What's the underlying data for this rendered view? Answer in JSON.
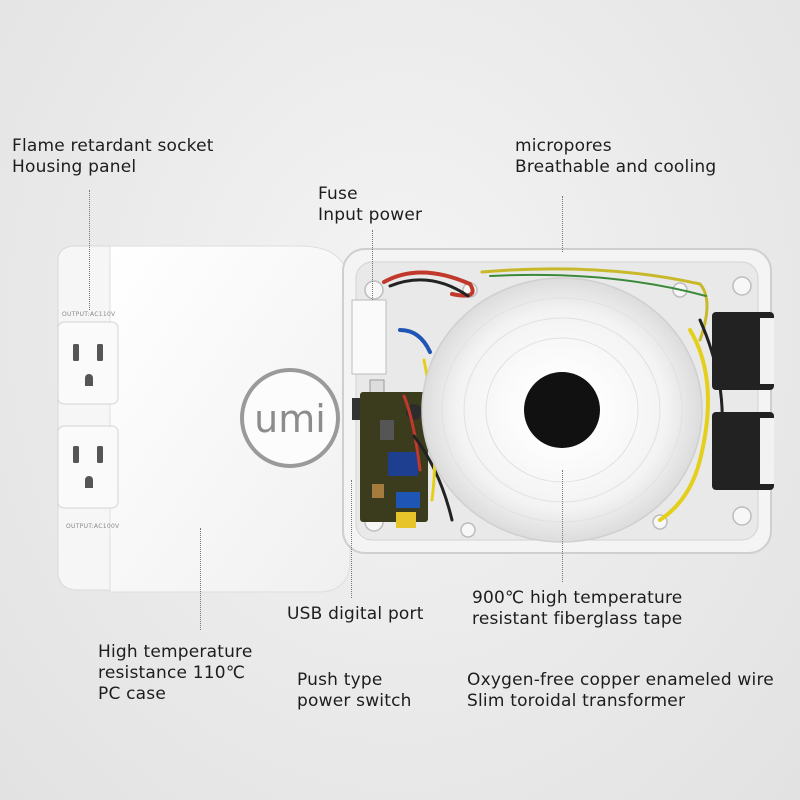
{
  "labels": {
    "flame_retardant": [
      "Flame retardant socket",
      "Housing panel"
    ],
    "micropores": [
      "micropores",
      "Breathable and cooling"
    ],
    "fuse": [
      "Fuse",
      "Input power"
    ],
    "usb": [
      "USB digital port"
    ],
    "fiberglass": [
      "900℃ high temperature",
      "resistant fiberglass tape"
    ],
    "pc_case": [
      "High temperature",
      "resistance 110℃",
      "PC case"
    ],
    "switch": [
      "Push type",
      "power switch"
    ],
    "copper": [
      "Oxygen-free copper enameled wire",
      "Slim toroidal transformer"
    ]
  },
  "device": {
    "logo_text": "umi",
    "socket_top_label": "OUTPUT:AC110V",
    "socket_bottom_label": "OUTPUT:AC100V"
  },
  "icons": [
    "umi-logo",
    "us-outlet",
    "toroidal-transformer",
    "circuit-board"
  ]
}
